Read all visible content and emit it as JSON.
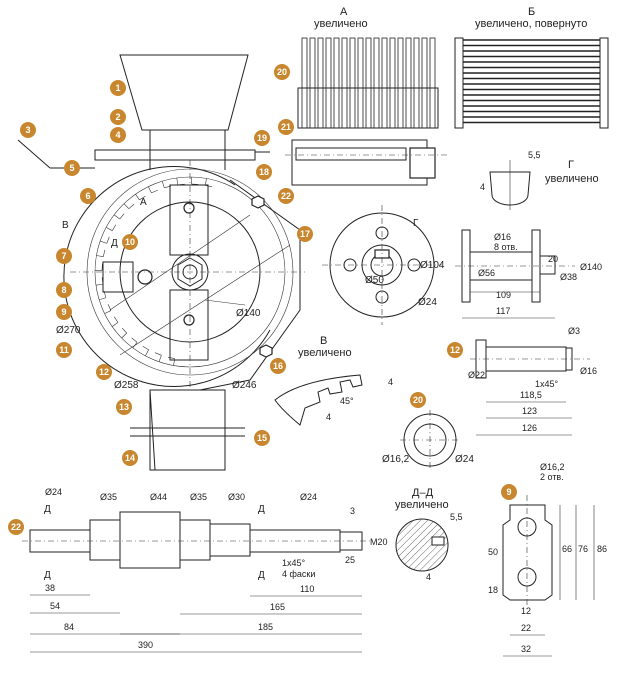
{
  "colors": {
    "marker": "#c8872e",
    "line": "#222222"
  },
  "views": {
    "A": {
      "letter": "А",
      "note": "увеличено"
    },
    "B": {
      "letter": "Б",
      "note": "увеличено, повернуто"
    },
    "G": {
      "letter": "Г",
      "note": "увеличено"
    },
    "V": {
      "letter": "В",
      "note": "увеличено"
    },
    "DD": {
      "letter": "Д–Д",
      "note": "увеличено"
    }
  },
  "markers": [
    "1",
    "2",
    "3",
    "4",
    "5",
    "6",
    "7",
    "8",
    "9",
    "10",
    "11",
    "12",
    "13",
    "14",
    "15",
    "16",
    "17",
    "18",
    "19",
    "20",
    "21",
    "22"
  ],
  "main_view": {
    "labels": {
      "A": "А",
      "V": "В",
      "D": "Д",
      "d140": "Ø140",
      "d270": "Ø270",
      "d258": "Ø258",
      "d246": "Ø246"
    }
  },
  "dims_g": {
    "d5_5": "5,5",
    "d4": "4"
  },
  "disk_17": {
    "d104": "Ø104",
    "d50": "Ø50",
    "d24": "Ø24",
    "G": "Г"
  },
  "drum_side": {
    "d16": "Ø16",
    "holes": "8 отв.",
    "d20": "20",
    "d56": "Ø56",
    "d38": "Ø38",
    "d140": "Ø140",
    "d109": "109",
    "d117": "117"
  },
  "part_12": {
    "d3": "Ø3",
    "d22": "Ø22",
    "d16": "Ø16",
    "chamfer": "1x45°",
    "d118_5": "118,5",
    "d123": "123",
    "d126": "126"
  },
  "view_v_dims": {
    "d4a": "4",
    "d4b": "4",
    "ang": "45°"
  },
  "part_20": {
    "d16_2": "Ø16,2",
    "d24": "Ø24"
  },
  "shaft_22": {
    "d24a": "Ø24",
    "d35a": "Ø35",
    "d44": "Ø44",
    "d35b": "Ø35",
    "d30": "Ø30",
    "d24b": "Ø24",
    "D": "Д",
    "d3": "3",
    "m20": "М20",
    "d25": "25",
    "chamfer": "1x45°",
    "chamfers": "4 фаски",
    "d38": "38",
    "d54": "54",
    "d84": "84",
    "d110": "110",
    "d165": "165",
    "d185": "185",
    "d390": "390"
  },
  "section_dd": {
    "d5_5": "5,5",
    "d4": "4"
  },
  "part_9": {
    "d16_2": "Ø16,2",
    "holes": "2 отв.",
    "d50": "50",
    "d66": "66",
    "d76": "76",
    "d86": "86",
    "d18": "18",
    "d12": "12",
    "d22": "22",
    "d32": "32"
  }
}
